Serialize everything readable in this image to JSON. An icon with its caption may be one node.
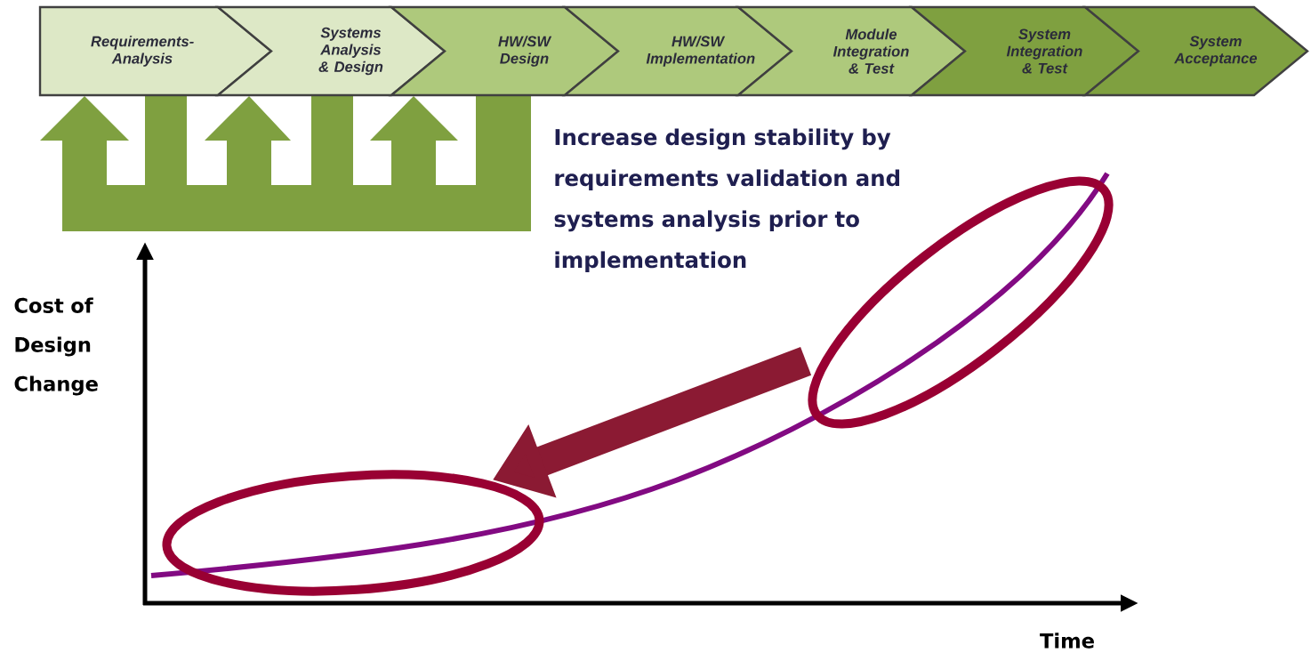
{
  "diagram": {
    "nodes": [
      {
        "text": [
          "Requirements-Analysis"
        ]
      },
      {
        "text": [
          "Systems Analysis & Design"
        ]
      },
      {
        "text": [
          "HW/SW Design"
        ]
      },
      {
        "text": [
          "HW/SW Implementation"
        ]
      },
      {
        "text": [
          "Module Integration & Test"
        ]
      },
      {
        "text": [
          "System Integration & Test"
        ]
      },
      {
        "text": [
          "System Acceptance"
        ]
      },
      {
        "text": [],
        "shape": "ellipse"
      },
      {
        "text": [],
        "shape": "ellipse"
      }
    ],
    "edges": [
      {
        "from": 7,
        "to": 8,
        "arrow": "to"
      }
    ],
    "labels": [
      "Increase design stability by requirements validation and systems analysis prior to implementation",
      "Cost of Design Change",
      "Time"
    ]
  }
}
